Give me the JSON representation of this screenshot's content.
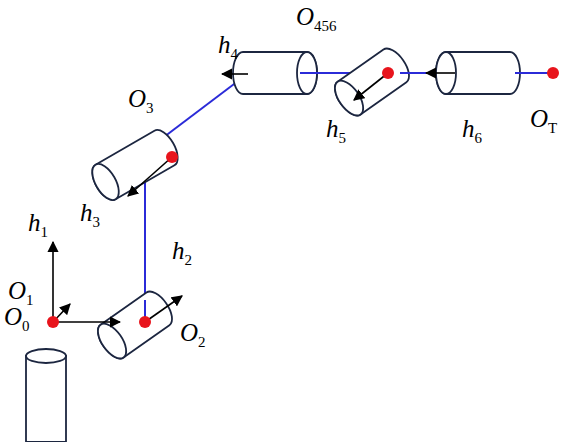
{
  "diagram": {
    "labels": [
      "h4",
      "O456",
      "O3",
      "h3",
      "h5",
      "h6",
      "OT",
      "h2",
      "h1",
      "O1",
      "O0",
      "O2"
    ]
  }
}
